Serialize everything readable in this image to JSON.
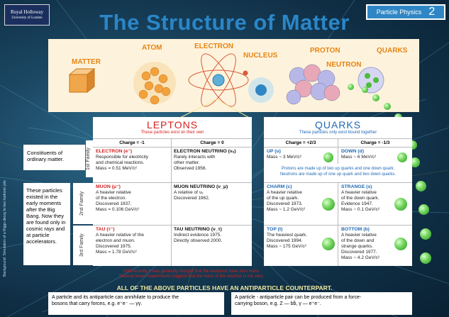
{
  "header": {
    "logo_line1": "Royal Holloway",
    "logo_line2": "University of London",
    "badge_label": "Particle Physics",
    "badge_number": "2",
    "title": "The Structure of Matter"
  },
  "scale": {
    "matter": "MATTER",
    "atom": "ATOM",
    "electron": "ELECTRON",
    "nucleus": "NUCLEUS",
    "proton": "PROTON",
    "neutron": "NEUTRON",
    "quarks": "QUARKS"
  },
  "side": {
    "constituents": "Constituents of ordinary matter.",
    "early": "These particles existed in the early moments after the Big Bang. Now they are found only in cosmic rays and at particle accelerators.",
    "family1": "1st Family",
    "family2": "2nd Family",
    "family3": "3rd Family"
  },
  "leptons": {
    "title": "LEPTONS",
    "subtitle": "These particles exist on their own",
    "col1": "Charge = -1",
    "col2": "Charge = 0",
    "electron": {
      "name": "ELECTRON (e⁻)",
      "line1": "Responsible for electricity",
      "line2": "and chemical reactions.",
      "mass": "Mass = 0.51 MeV/c²"
    },
    "e_neutrino": {
      "name": "ELECTRON NEUTRINO (νₑ)",
      "line1": "Rarely interacts with",
      "line2": "other matter.",
      "mass": "Observed 1956."
    },
    "muon": {
      "name": "MUON (μ⁻)",
      "line1": "A heavier relative",
      "line2": "of the electron.",
      "line3": "Discovered 1937.",
      "mass": "Mass = 0.106 GeV/c²"
    },
    "mu_neutrino": {
      "name": "MUON NEUTRINO (ν_μ)",
      "line1": "A relative of νₑ",
      "line2": "Discovered 1962."
    },
    "tau": {
      "name": "TAU (τ⁻)",
      "line1": "A heavier relative of the",
      "line2": "electron and muon.",
      "line3": "Discovered 1975.",
      "mass": "Mass = 1.78 GeV/c²"
    },
    "tau_neutrino": {
      "name": "TAU NEUTRINO (ν_τ)",
      "line1": "Indirect evidence 1975.",
      "line2": "Directly observed 2000."
    },
    "note1": "Until recently it was generally thought that the neutrinos have zero mass.",
    "note2": "Several recent experiments suggest that the mass of the neutrino is not zero."
  },
  "quarks": {
    "title": "QUARKS",
    "subtitle": "These particles only exist bound together",
    "col1": "Charge = +2/3",
    "col2": "Charge = -1/3",
    "up": {
      "name": "UP (u)",
      "mass": "Mass ~ 3 MeV/c²"
    },
    "down": {
      "name": "DOWN (d)",
      "mass": "Mass ~ 6 MeV/c²"
    },
    "pn_line1": "Protons are made up of two up quarks and one down quark.",
    "pn_line2": "Neutrons are made up of one up quark and two down quarks.",
    "charm": {
      "name": "CHARM (c)",
      "line1": "A heavier relative",
      "line2": "of the up quark.",
      "line3": "Discovered 1973.",
      "mass": "Mass ~ 1.2 GeV/c²"
    },
    "strange": {
      "name": "STRANGE (s)",
      "line1": "A heavier relative",
      "line2": "of the down quark.",
      "line3": "Evidence 1947.",
      "mass": "Mass ~ 0.1 GeV/c²"
    },
    "top": {
      "name": "TOP (t)",
      "line1": "The heaviest quark.",
      "line2": "Discovered 1994.",
      "mass": "Mass ~ 175 GeV/c²"
    },
    "bottom": {
      "name": "BOTTOM (b)",
      "line1": "A heavier relative",
      "line2": "of the down and",
      "line3": "strange quarks.",
      "line4": "Discovered 1977.",
      "mass": "Mass ~ 4.2 GeV/c²"
    }
  },
  "footer": {
    "antiparticle": "ALL OF THE ABOVE PARTICLES HAVE AN ANTIPARTICLE COUNTERPART.",
    "left_line1": "A particle and its antiparticle can annihilate to produce the",
    "left_line2": "bosons that carry forces, e.g. e⁺e⁻ — γγ.",
    "right_line1": "A particle - antiparticle pair can be produced from a force-",
    "right_line2": "carrying boson, e.g. Z — bb̄, γ — e⁺e⁻.",
    "background_caption": "Background: Simulation of a Higgs decay to two hadronic jets"
  },
  "colors": {
    "title_blue": "#2a86c8",
    "lepton_red": "#d41f1f",
    "quark_blue": "#1f68b5",
    "scale_orange": "#e6820c",
    "quark_ball_green": "#4dbb3c"
  }
}
